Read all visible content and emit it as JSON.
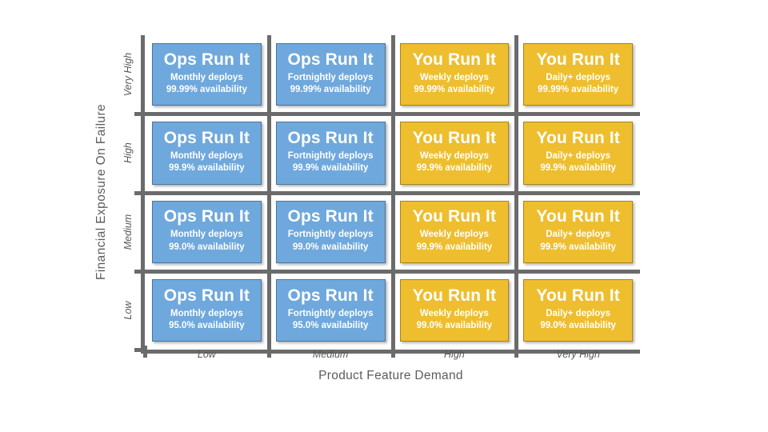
{
  "chart_data": {
    "type": "heatmap",
    "title": "",
    "xlabel": "Product Feature Demand",
    "ylabel": "Financial Exposure On Failure",
    "x_categories": [
      "Low",
      "Medium",
      "High",
      "Very High"
    ],
    "y_categories": [
      "Very High",
      "High",
      "Medium",
      "Low"
    ],
    "grid": true,
    "legend": "none",
    "colors": {
      "ops_run_it": "#6FA8DC",
      "you_run_it": "#EEBE2F",
      "axis": "#6b6b6b",
      "text_on_cell": "#ffffff",
      "label_text": "#585858",
      "background": "#ffffff"
    },
    "cells": [
      {
        "row": "Very High",
        "col": "Low",
        "owner": "Ops Run It",
        "cadence": "Monthly deploys",
        "availability": "99.99% availability",
        "color": "#6FA8DC"
      },
      {
        "row": "Very High",
        "col": "Medium",
        "owner": "Ops Run It",
        "cadence": "Fortnightly deploys",
        "availability": "99.99% availability",
        "color": "#6FA8DC"
      },
      {
        "row": "Very High",
        "col": "High",
        "owner": "You Run It",
        "cadence": "Weekly deploys",
        "availability": "99.99% availability",
        "color": "#EEBE2F"
      },
      {
        "row": "Very High",
        "col": "Very High",
        "owner": "You Run It",
        "cadence": "Daily+ deploys",
        "availability": "99.99% availability",
        "color": "#EEBE2F"
      },
      {
        "row": "High",
        "col": "Low",
        "owner": "Ops Run It",
        "cadence": "Monthly deploys",
        "availability": "99.9% availability",
        "color": "#6FA8DC"
      },
      {
        "row": "High",
        "col": "Medium",
        "owner": "Ops Run It",
        "cadence": "Fortnightly deploys",
        "availability": "99.9% availability",
        "color": "#6FA8DC"
      },
      {
        "row": "High",
        "col": "High",
        "owner": "You Run It",
        "cadence": "Weekly deploys",
        "availability": "99.9% availability",
        "color": "#EEBE2F"
      },
      {
        "row": "High",
        "col": "Very High",
        "owner": "You Run It",
        "cadence": "Daily+ deploys",
        "availability": "99.9% availability",
        "color": "#EEBE2F"
      },
      {
        "row": "Medium",
        "col": "Low",
        "owner": "Ops Run It",
        "cadence": "Monthly deploys",
        "availability": "99.0% availability",
        "color": "#6FA8DC"
      },
      {
        "row": "Medium",
        "col": "Medium",
        "owner": "Ops Run It",
        "cadence": "Fortnightly deploys",
        "availability": "99.0% availability",
        "color": "#6FA8DC"
      },
      {
        "row": "Medium",
        "col": "High",
        "owner": "You Run It",
        "cadence": "Weekly deploys",
        "availability": "99.9% availability",
        "color": "#EEBE2F"
      },
      {
        "row": "Medium",
        "col": "Very High",
        "owner": "You Run It",
        "cadence": "Daily+ deploys",
        "availability": "99.9% availability",
        "color": "#EEBE2F"
      },
      {
        "row": "Low",
        "col": "Low",
        "owner": "Ops Run It",
        "cadence": "Monthly deploys",
        "availability": "95.0% availability",
        "color": "#6FA8DC"
      },
      {
        "row": "Low",
        "col": "Medium",
        "owner": "Ops Run It",
        "cadence": "Fortnightly deploys",
        "availability": "95.0% availability",
        "color": "#6FA8DC"
      },
      {
        "row": "Low",
        "col": "High",
        "owner": "You Run It",
        "cadence": "Weekly deploys",
        "availability": "99.0% availability",
        "color": "#EEBE2F"
      },
      {
        "row": "Low",
        "col": "Very High",
        "owner": "You Run It",
        "cadence": "Daily+ deploys",
        "availability": "99.0% availability",
        "color": "#EEBE2F"
      }
    ]
  }
}
